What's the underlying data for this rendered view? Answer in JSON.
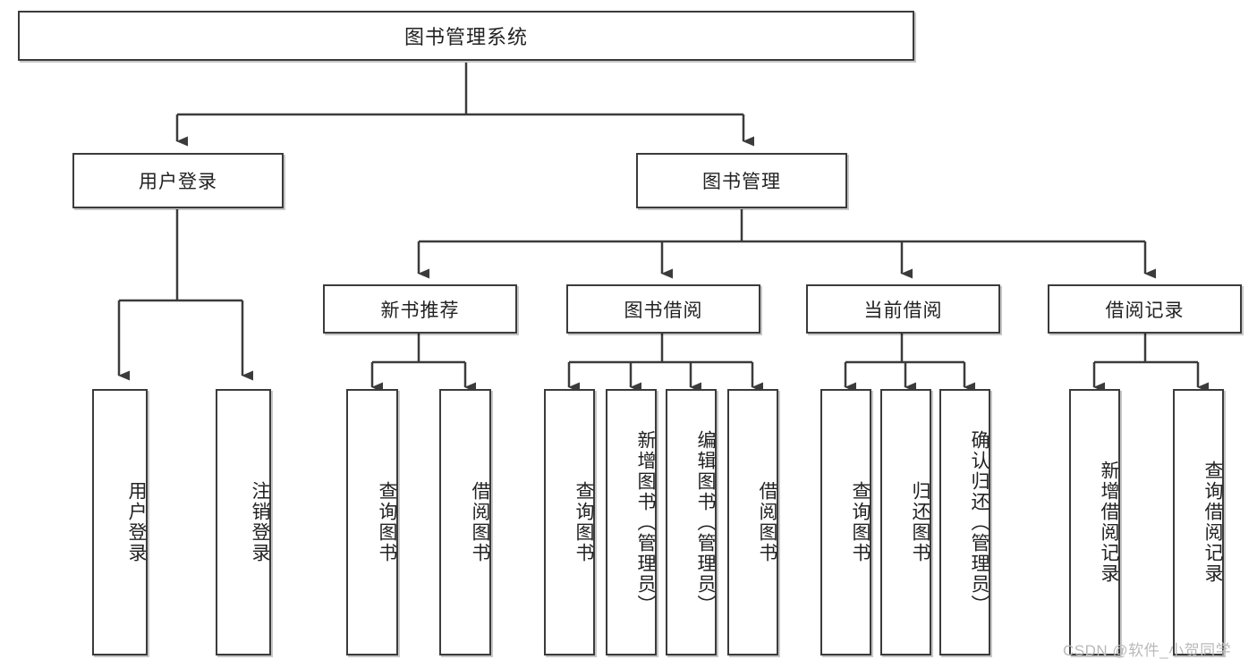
{
  "diagram": {
    "type": "tree",
    "title": "图书管理系统",
    "root": {
      "label": "图书管理系统"
    },
    "level2": [
      {
        "id": "user-login",
        "label": "用户登录"
      },
      {
        "id": "book-manage",
        "label": "图书管理"
      }
    ],
    "level3": [
      {
        "id": "new-book-recommend",
        "label": "新书推荐",
        "parent": "book-manage"
      },
      {
        "id": "book-borrow",
        "label": "图书借阅",
        "parent": "book-manage"
      },
      {
        "id": "current-borrow",
        "label": "当前借阅",
        "parent": "book-manage"
      },
      {
        "id": "borrow-record",
        "label": "借阅记录",
        "parent": "book-manage"
      }
    ],
    "leaves": {
      "user_login": [
        {
          "label": "用户登录"
        },
        {
          "label": "注销登录"
        }
      ],
      "new_book_recommend": [
        {
          "label": "查询图书"
        },
        {
          "label": "借阅图书"
        }
      ],
      "book_borrow": [
        {
          "label": "查询图书"
        },
        {
          "label": "新增图书（管理员）"
        },
        {
          "label": "编辑图书（管理员）"
        },
        {
          "label": "借阅图书"
        }
      ],
      "current_borrow": [
        {
          "label": "查询图书"
        },
        {
          "label": "归还图书"
        },
        {
          "label": "确认归还（管理员）"
        }
      ],
      "borrow_record": [
        {
          "label": "新增借阅记录"
        },
        {
          "label": "查询借阅记录"
        }
      ]
    }
  },
  "watermark": {
    "text": "CSDN @软件_小贺同学"
  },
  "colors": {
    "stroke": "#3b3b3b",
    "fill": "#ffffff",
    "text": "#222222",
    "watermark": "#b9b9b9"
  }
}
